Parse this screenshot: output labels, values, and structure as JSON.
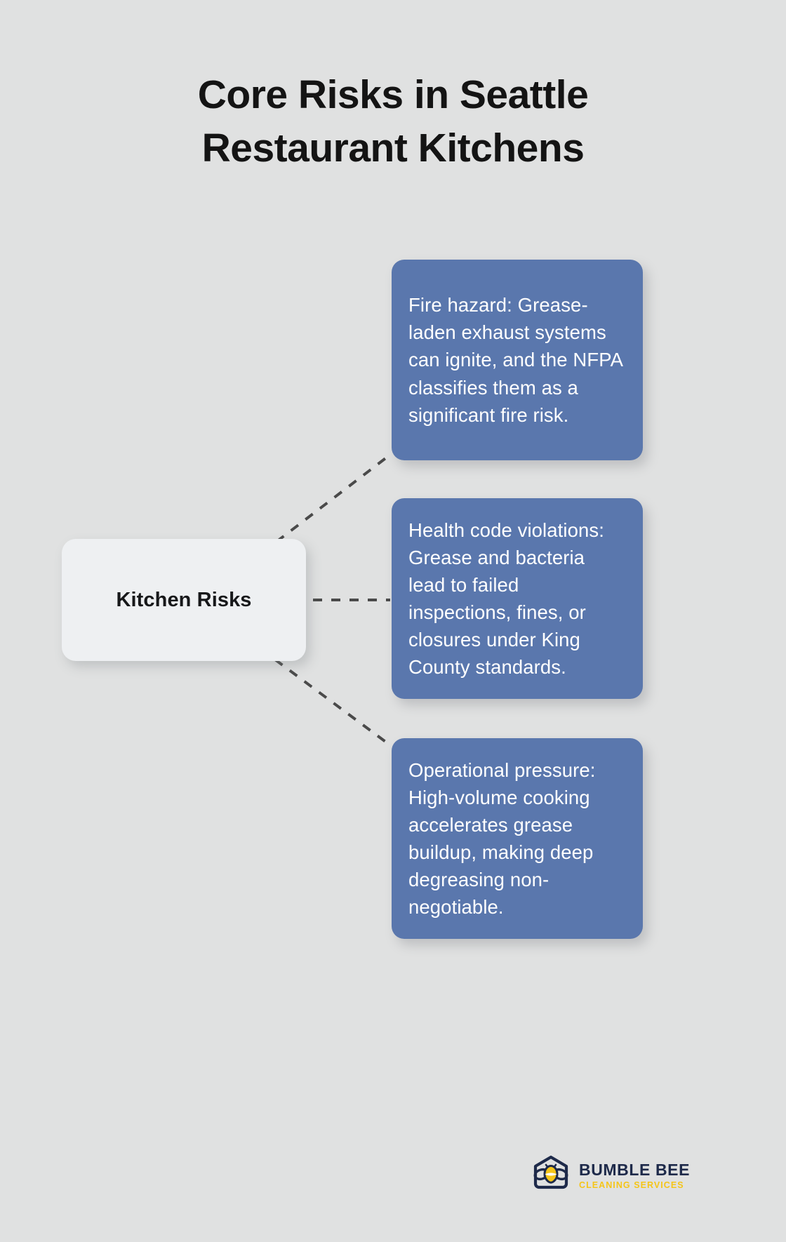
{
  "page": {
    "background_color": "#e0e1e1",
    "title_lines": [
      "Core Risks in Seattle",
      "Restaurant Kitchens"
    ],
    "title_color": "#141414"
  },
  "diagram": {
    "type": "mind-map",
    "center_node": {
      "label": "Kitchen Risks",
      "background_color": "#eef0f2",
      "text_color": "#17181a"
    },
    "connector": {
      "style": "dashed",
      "color": "#4a4a4a"
    },
    "branches": [
      {
        "id": "fire-hazard",
        "text": "Fire hazard: Grease-laden exhaust systems can ignite, and the NFPA classifies them as a significant fire risk.",
        "background_color": "#5a77ad",
        "text_color": "#ffffff"
      },
      {
        "id": "health-code-violations",
        "text": "Health code violations: Grease and bacteria lead to failed inspections, fines, or closures under King County standards.",
        "background_color": "#5a77ad",
        "text_color": "#ffffff"
      },
      {
        "id": "operational-pressure",
        "text": "Operational pressure: High-volume cooking accelerates grease buildup, making deep degreasing non-negotiable.",
        "background_color": "#5a77ad",
        "text_color": "#ffffff"
      }
    ]
  },
  "logo": {
    "name": "BUMBLE BEE",
    "tagline": "CLEANING SERVICES",
    "name_color": "#1e2a4a",
    "tagline_color": "#f5c518",
    "bee_color": "#f5c518",
    "house_outline_color": "#1e2a4a"
  }
}
